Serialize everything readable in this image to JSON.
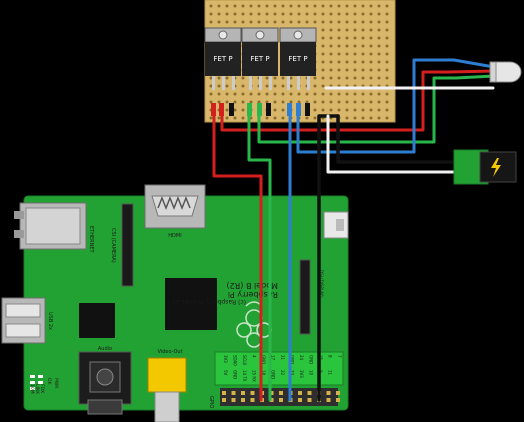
{
  "pi": {
    "model_line1": "Raspberry Pi",
    "model_line2": "Model B (R2)",
    "copyright": "(c) Raspberry Pi 2011.12",
    "ethernet": "ETHERNET",
    "usb": "USB 2x",
    "hdmi": "HDMI",
    "csi": "CSI (CAMERA)",
    "dsi": "DSI (DISPLAY)",
    "audio": "Audio",
    "video_out": "Video-Out",
    "gpio": "GPIO",
    "leds": [
      "OK",
      "PWR",
      "FDX",
      "LINK",
      "10M"
    ],
    "gpio_labels": [
      "3V3",
      "5V",
      "SDA0",
      "GND",
      "SCL0",
      "14 TX",
      "4",
      "15 RX",
      "GND",
      "18",
      "17",
      "GND",
      "21",
      "22",
      "GND",
      "23",
      "24",
      "3V3",
      "GND",
      "10",
      "25",
      "9",
      "8",
      "11",
      "7"
    ]
  },
  "mosfets": [
    {
      "label": "FET P"
    },
    {
      "label": "FET P"
    },
    {
      "label": "FET P"
    }
  ],
  "colors": {
    "wire_red": "#d41f1f",
    "wire_green": "#29b64a",
    "wire_blue": "#2e7ed3",
    "wire_black": "#111111",
    "wire_white": "#f2f2f2",
    "pcb_green": "#23a234",
    "stripboard": "#d9b76a"
  },
  "components": {
    "rgb_led": "rgb-led",
    "power_jack": "dc-power-jack"
  }
}
